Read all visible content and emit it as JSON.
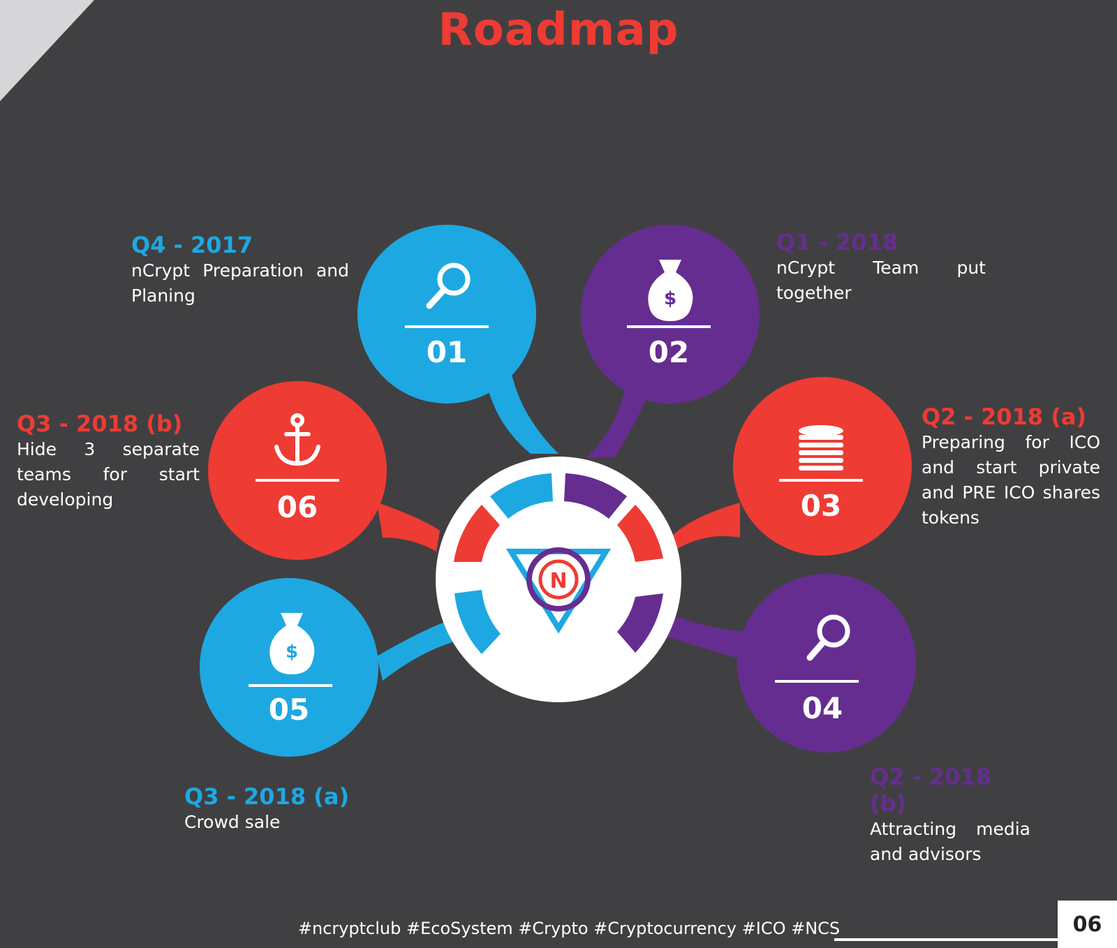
{
  "title": "Roadmap",
  "colors": {
    "background": "#404042",
    "blue": "#1ea8e2",
    "purple": "#662d91",
    "red": "#ee3b34",
    "white": "#ffffff"
  },
  "center": {
    "icon": "ncrypt-logo-icon"
  },
  "phases": [
    {
      "number": "01",
      "quarter": "Q4 - 2017",
      "description": "nCrypt Preparation and Planing",
      "icon": "search-icon",
      "color": "blue"
    },
    {
      "number": "02",
      "quarter": "Q1 - 2018",
      "description": "nCrypt Team put together",
      "icon": "money-bag-icon",
      "color": "purple"
    },
    {
      "number": "03",
      "quarter": "Q2 - 2018 (a)",
      "description": "Preparing for ICO and start private and PRE ICO shares tokens",
      "icon": "coin-stack-icon",
      "color": "red"
    },
    {
      "number": "04",
      "quarter": "Q2 - 2018 (b)",
      "description": "Attracting media and advisors",
      "icon": "search-icon",
      "color": "purple"
    },
    {
      "number": "05",
      "quarter": "Q3 - 2018 (a)",
      "description": "Crowd sale",
      "icon": "money-bag-icon",
      "color": "blue"
    },
    {
      "number": "06",
      "quarter": "Q3 - 2018 (b)",
      "description": "Hide 3 separate teams for start developing",
      "icon": "anchor-icon",
      "color": "red"
    }
  ],
  "footer": {
    "hashtags": "#ncryptclub #EcoSystem #Crypto #Cryptocurrency #ICO #NCS",
    "page_number": "06"
  }
}
